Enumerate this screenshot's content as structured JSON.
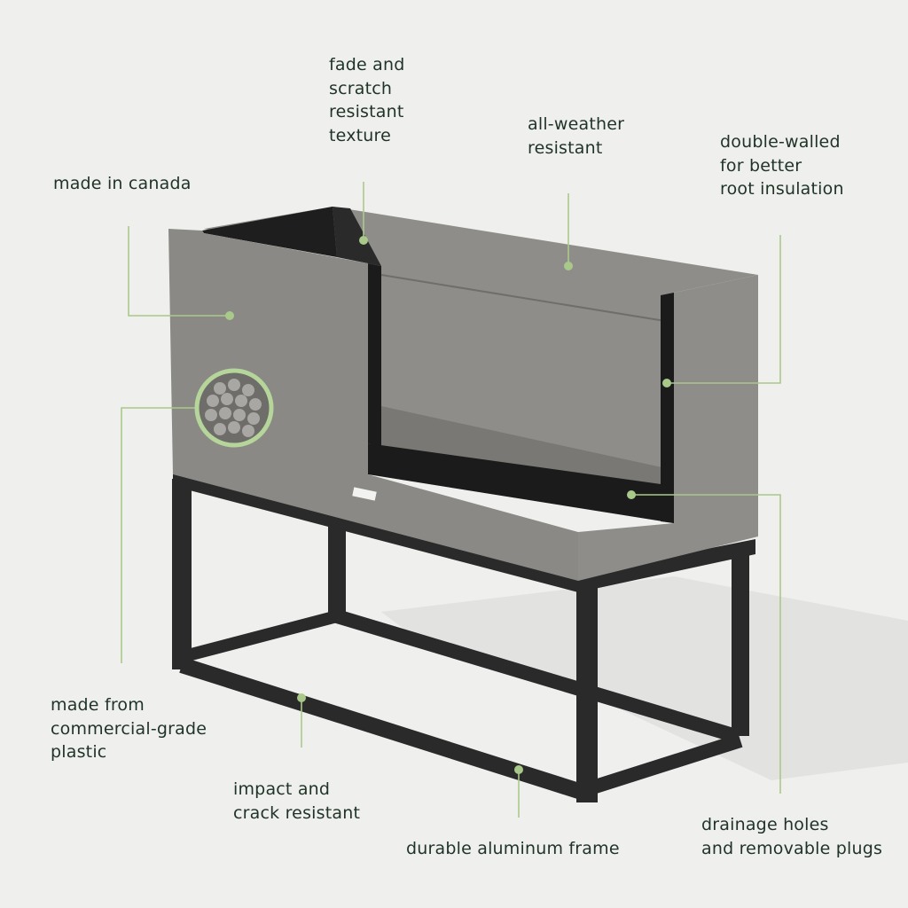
{
  "callouts": {
    "made_in_canada": "made in canada",
    "fade_scratch": "fade and\nscratch\nresistant\ntexture",
    "all_weather": "all-weather\nresistant",
    "double_walled": "double-walled\nfor better\nroot insulation",
    "commercial_plastic": "made from\ncommercial-grade\nplastic",
    "impact_crack": "impact and\ncrack resistant",
    "aluminum_frame": "durable aluminum frame",
    "drainage": "drainage holes\nand removable plugs"
  },
  "colors": {
    "background": "#efefed",
    "text": "#1f3328",
    "accent": "#a9c98a",
    "planter": "#8a8884",
    "frame": "#2a2a2a"
  }
}
